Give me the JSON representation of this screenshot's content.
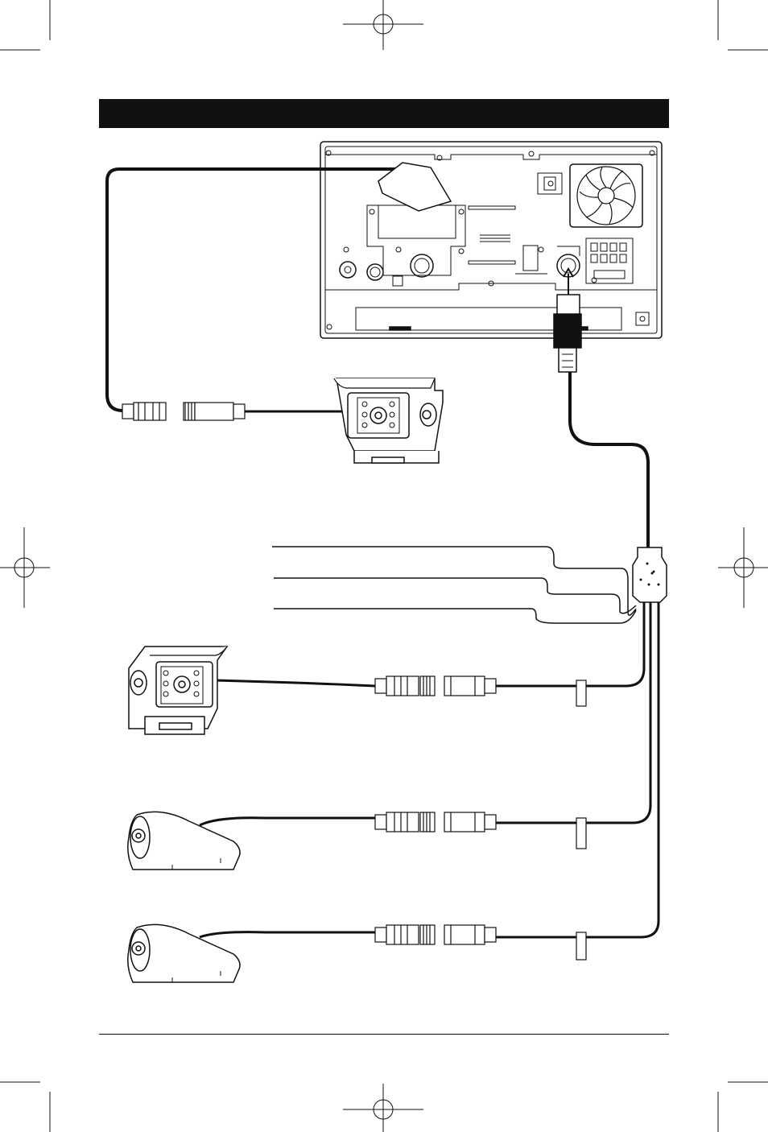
{
  "page": {
    "header_bar_color": "#111111",
    "line_color": "#111111",
    "background": "#ffffff"
  },
  "components": {
    "head_unit": "head-unit-rear-panel",
    "main_camera": "rear-camera-top",
    "harness": "camera-harness-breakout",
    "left_camera": "rear-camera-box",
    "side_camera_1": "side-dome-camera",
    "side_camera_2": "side-dome-camera",
    "wire_leads": 3,
    "fan": "cooling-fan-icon"
  }
}
